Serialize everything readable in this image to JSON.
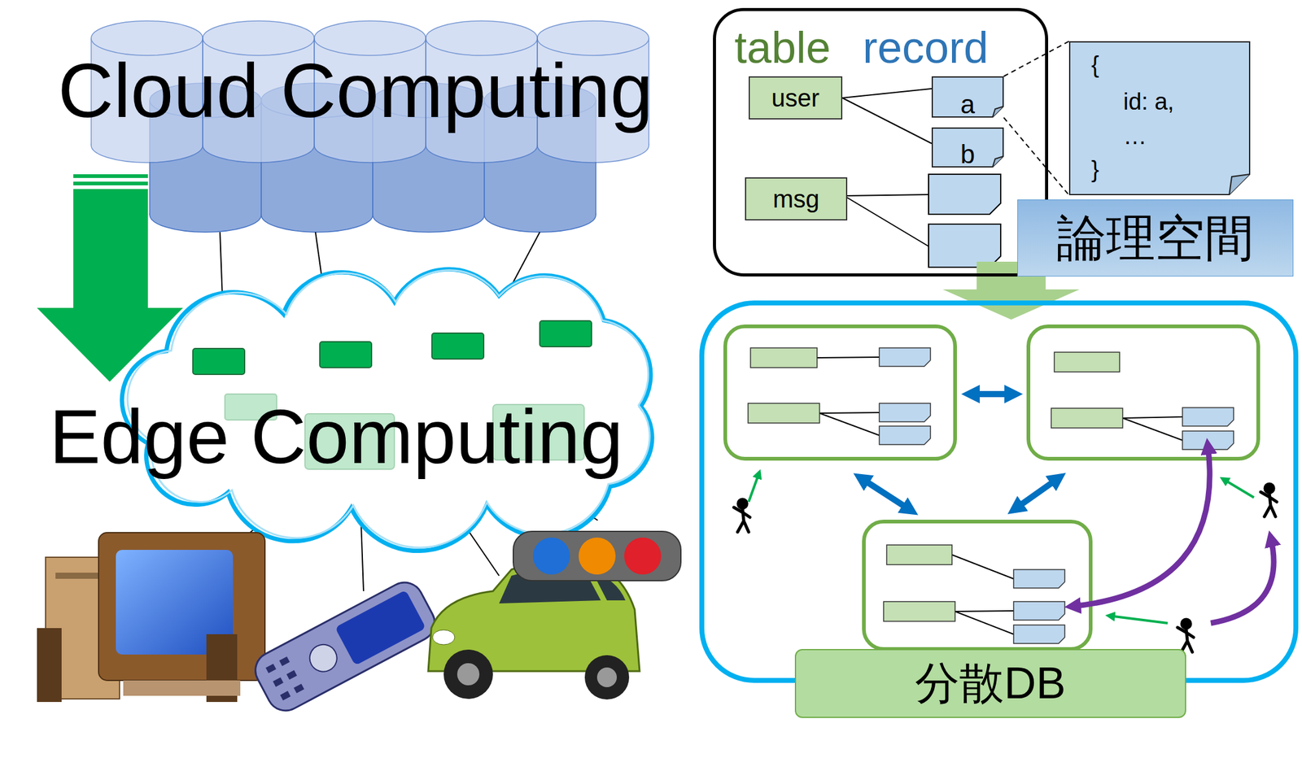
{
  "diagram": {
    "nodes": [
      {
        "text": [
          "table",
          "record"
        ]
      },
      {
        "text": [
          "user"
        ],
        "in": 0
      },
      {
        "text": [
          "msg"
        ],
        "in": 0
      },
      {
        "text": [
          "a"
        ],
        "in": 0
      },
      {
        "text": [
          "b"
        ],
        "in": 0
      },
      {
        "text": [
          "{",
          "id: a,",
          "…",
          "}"
        ]
      },
      {
        "text": [
          "論理空間"
        ]
      },
      {
        "text": [
          "分散DB"
        ]
      }
    ],
    "edges": [
      {
        "from": 1,
        "to": 3,
        "arrow": "none"
      },
      {
        "from": 1,
        "to": 4,
        "arrow": "none"
      },
      {
        "from": 3,
        "to": 5,
        "arrow": "none"
      },
      {
        "from": 3,
        "to": 5,
        "arrow": "none"
      }
    ],
    "labels": [
      "Cloud Computing",
      "Edge Computing"
    ]
  }
}
